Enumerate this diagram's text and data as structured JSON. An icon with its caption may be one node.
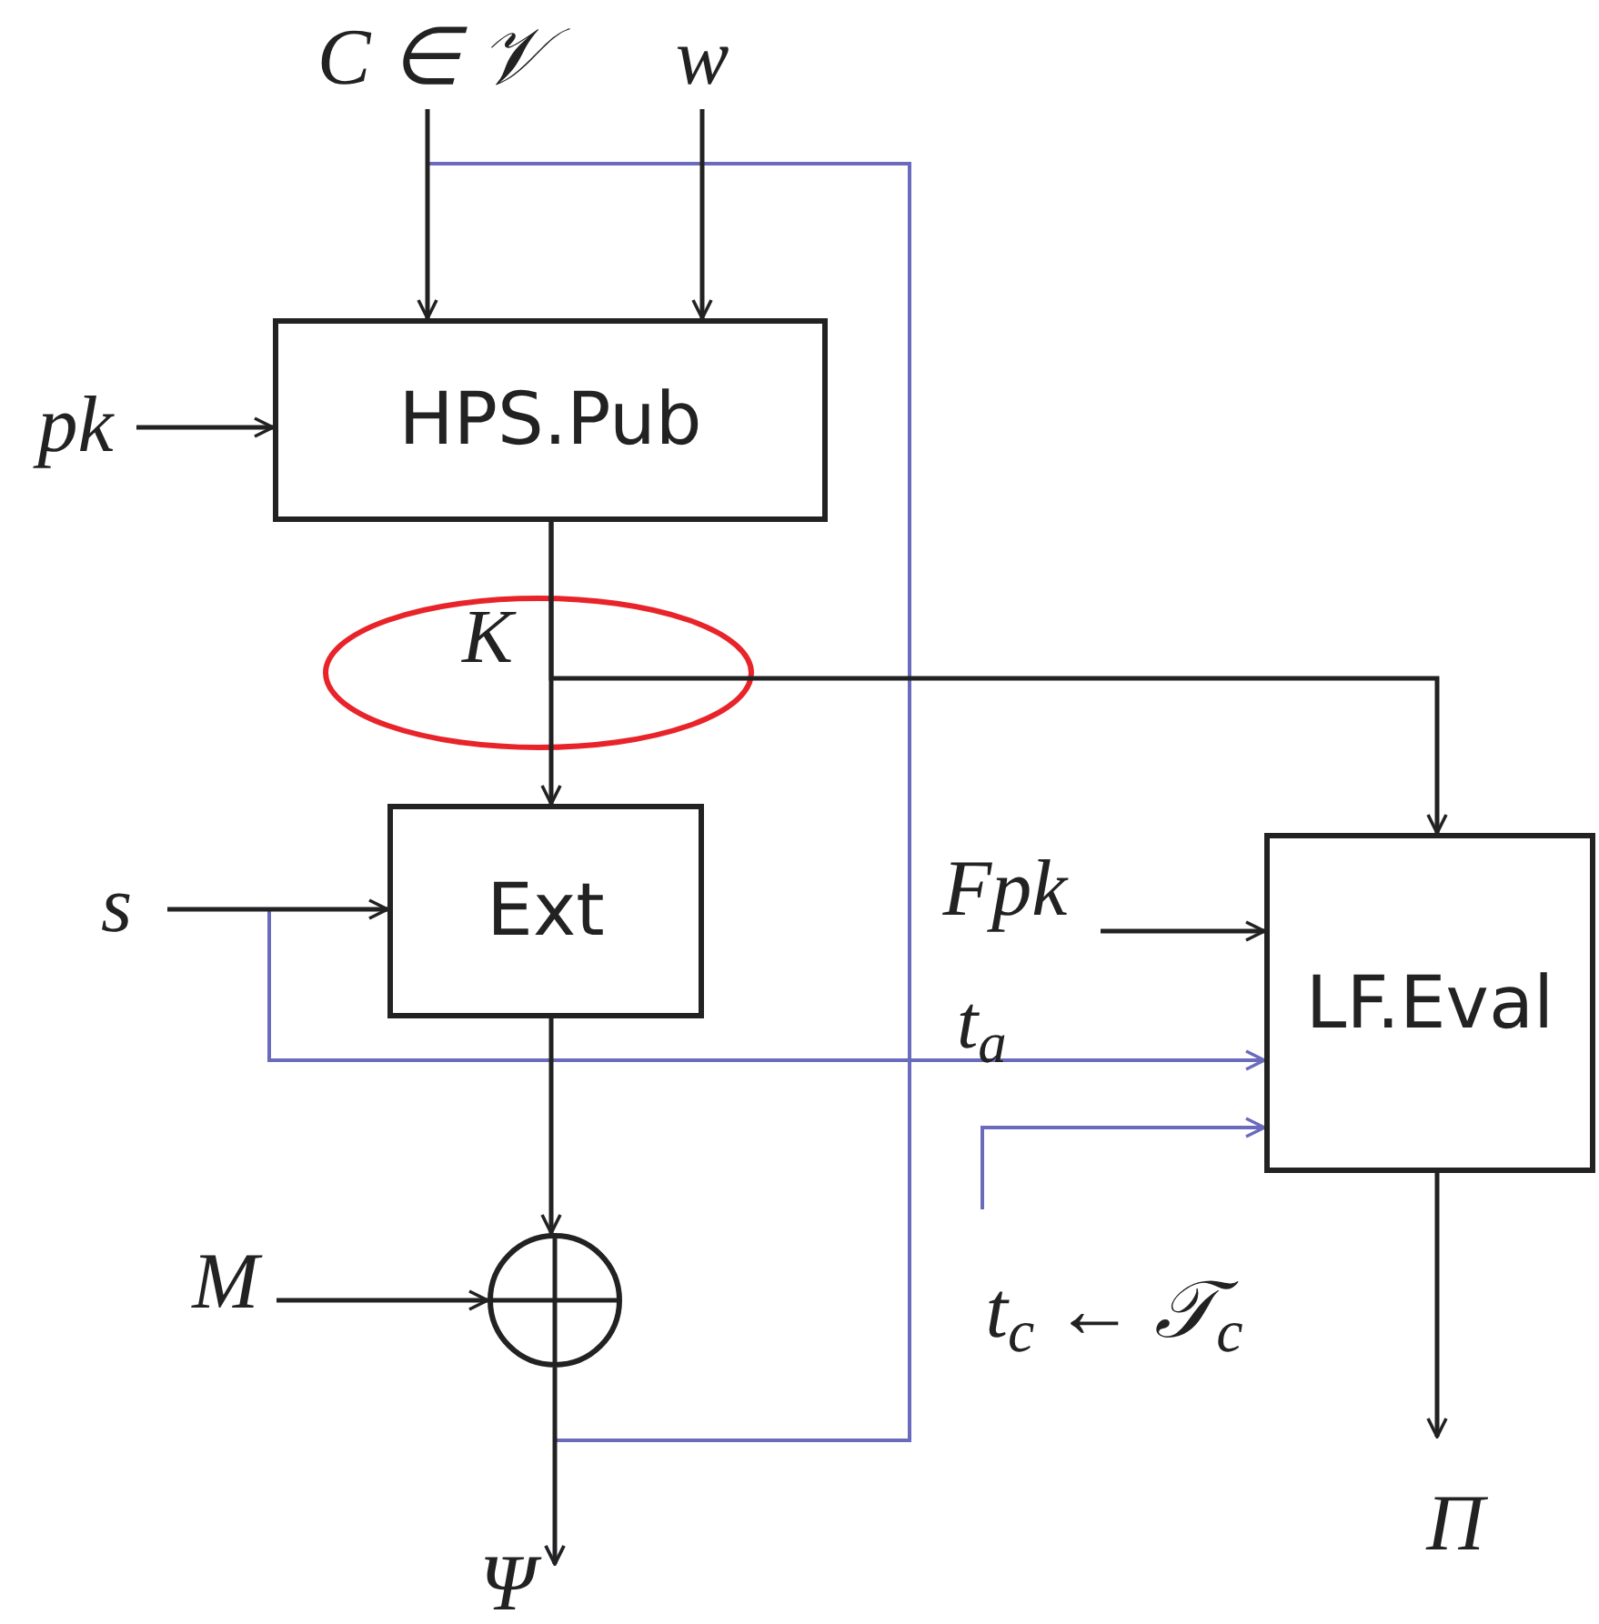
{
  "diagram": {
    "nodes": [
      {
        "text": [
          "C ∈ 𝒱"
        ]
      },
      {
        "text": [
          "w"
        ]
      },
      {
        "text": [
          "pk"
        ]
      },
      {
        "text": [
          "HPS.Pub"
        ]
      },
      {
        "text": [
          "s"
        ]
      },
      {
        "text": [
          "Ext"
        ]
      },
      {
        "text": [
          "Fpk"
        ]
      },
      {
        "text": [
          "LF.Eval"
        ]
      },
      {
        "text": [
          "M"
        ]
      },
      {
        "text": [],
        "shape": "circle"
      },
      {
        "text": [
          "t$_{c}$ ← 𝒯$_{c}$"
        ]
      },
      {
        "text": [
          "Ψ"
        ]
      },
      {
        "text": [
          "Π"
        ]
      }
    ],
    "edges": [
      {
        "from": 0,
        "to": 3,
        "arrow": "to"
      },
      {
        "from": 1,
        "to": 3,
        "arrow": "to"
      },
      {
        "from": 2,
        "to": 3,
        "arrow": "to"
      },
      {
        "from": 3,
        "to": 5,
        "arrow": "to",
        "label": "K"
      },
      {
        "from": 3,
        "to": 7,
        "arrow": "to"
      },
      {
        "from": 4,
        "to": 5,
        "arrow": "to"
      },
      {
        "from": 4,
        "to": 7,
        "arrow": "to",
        "label": "t$_{a}$",
        "color": "#6b6bbd"
      },
      {
        "from": 6,
        "to": 7,
        "arrow": "to"
      },
      {
        "from": 10,
        "to": 7,
        "arrow": "to",
        "color": "#6b6bbd"
      },
      {
        "from": 5,
        "to": 9,
        "arrow": "to"
      },
      {
        "from": 8,
        "to": 9,
        "arrow": "to"
      },
      {
        "from": 9,
        "to": 11,
        "arrow": "to"
      },
      {
        "from": 0,
        "to": 11,
        "arrow": "to",
        "color": "#6b6bbd"
      },
      {
        "from": 7,
        "to": 12,
        "arrow": "to"
      }
    ]
  }
}
